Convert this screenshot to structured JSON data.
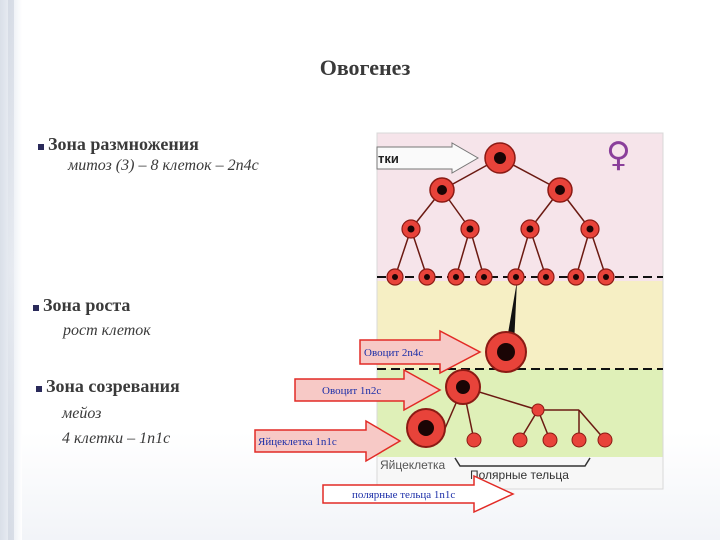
{
  "title": "Овогенез",
  "zones": [
    {
      "heading": "Зона размножения",
      "lines": [
        "митоз (3) – 8 клеток – 2n4c"
      ]
    },
    {
      "heading": "Зона роста",
      "lines": [
        "рост клеток"
      ]
    },
    {
      "heading": "Зона созревания",
      "lines": [
        "мейоз",
        "4 клетки – 1n1c"
      ]
    }
  ],
  "diagram": {
    "female_symbol": "♀",
    "top_label": "тки",
    "bottom_label_left": "Яйцеклетка",
    "bottom_label_right": "Полярные тельца",
    "colors": {
      "band_top": "#f6e4ea",
      "band_middle": "#f6efc4",
      "band_bottom": "#dff0b8",
      "cell_fill": "#e8433a",
      "cell_outline": "#8b1a14",
      "nucleus": "#1a0505",
      "female_symbol": "#8a3f9a",
      "arrow_fill": "#f7c9c6",
      "arrow_stroke": "#e22b26",
      "label_text": "#1b2ea8"
    }
  },
  "arrows": [
    {
      "label": "Овоцит 2n4c"
    },
    {
      "label": "Овоцит 1n2c"
    },
    {
      "label": "Яйцеклетка 1n1c"
    },
    {
      "label": "полярные тельца 1n1c"
    }
  ]
}
